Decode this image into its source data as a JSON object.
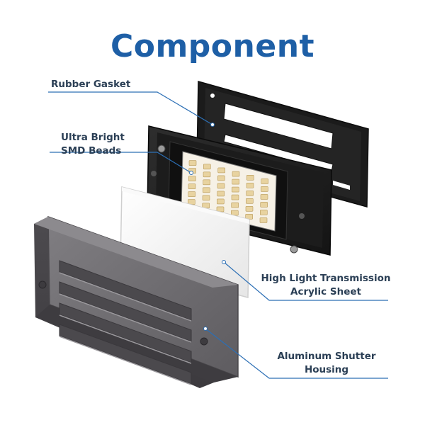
{
  "title": "Component",
  "labels": {
    "rubber_gasket": "Rubber Gasket",
    "smd_beads_line1": "Ultra Bright",
    "smd_beads_line2": "SMD Beads",
    "acrylic_line1": "High Light Transmission",
    "acrylic_line2": "Acrylic Sheet",
    "housing_line1": "Aluminum Shutter",
    "housing_line2": "Housing"
  },
  "colors": {
    "title": "#1e5fa6",
    "label_text": "#2b3f55",
    "leader_line": "#2c6fb5",
    "gasket": "#1a1a1a",
    "frame": "#222222",
    "led": "#e8d3a0",
    "acrylic": "#f2f2f2",
    "housing": "#6f6d70"
  },
  "led_grid": {
    "rows": 6,
    "cols": 6
  },
  "housing_louvers": 4
}
